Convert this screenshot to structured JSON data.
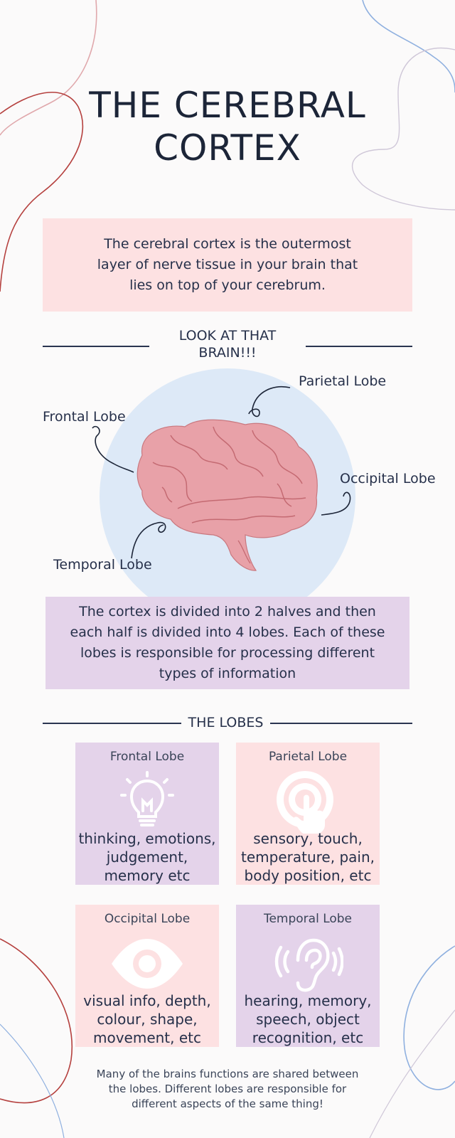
{
  "title": {
    "line1": "THE CEREBRAL",
    "line2": "CORTEX"
  },
  "intro": "The cerebral cortex is the outermost layer of nerve tissue in your brain that lies on top of your cerebrum.",
  "section_look": {
    "line1": "LOOK AT THAT",
    "line2": "BRAIN!!!"
  },
  "brain_labels": {
    "frontal": "Frontal Lobe",
    "parietal": "Parietal Lobe",
    "occipital": "Occipital Lobe",
    "temporal": "Temporal Lobe"
  },
  "info": "The cortex is divided into 2 halves and then each half is divided into 4 lobes. Each of these lobes is responsible for processing different types of information",
  "section_lobes": "THE LOBES",
  "lobes": [
    {
      "title": "Frontal Lobe",
      "icon": "lightbulb-icon",
      "description": "thinking, emotions, judgement, memory etc"
    },
    {
      "title": "Parietal Lobe",
      "icon": "touch-icon",
      "description": "sensory, touch, temperature, pain, body position, etc"
    },
    {
      "title": "Occipital Lobe",
      "icon": "eye-icon",
      "description": "visual info, depth, colour, shape, movement, etc"
    },
    {
      "title": "Temporal Lobe",
      "icon": "ear-icon",
      "description": "hearing, memory, speech, object recognition, etc"
    }
  ],
  "footer": "Many of the brains functions are shared between the lobes. Different lobes are responsible for different aspects of  the same thing!",
  "colors": {
    "pink": "#fde1e2",
    "lavender": "#e4d3ea",
    "light_blue": "#dde9f7",
    "brain": "#e8a1a8",
    "navy": "#1c2538"
  }
}
